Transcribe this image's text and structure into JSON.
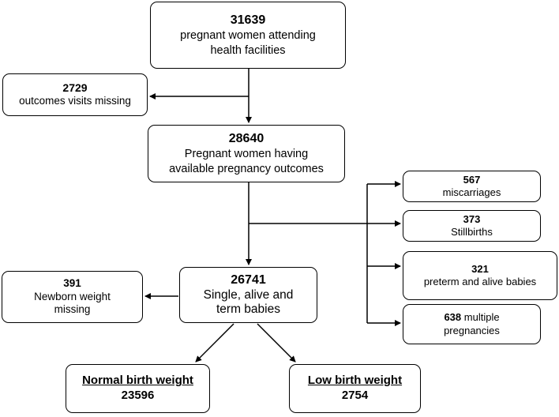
{
  "nodes": {
    "enrolled": {
      "number": "31639",
      "line1": "pregnant women attending",
      "line2": "health facilities"
    },
    "missing_outcomes": {
      "number": "2729",
      "line1": "outcomes visits missing"
    },
    "available_outcomes": {
      "number": "28640",
      "line1": "Pregnant women having",
      "line2": "available pregnancy outcomes"
    },
    "miscarriages": {
      "number": "567",
      "line1": "miscarriages"
    },
    "stillbirths": {
      "number": "373",
      "line1": "Stillbirths"
    },
    "preterm": {
      "number": "321",
      "line1": "preterm and alive babies"
    },
    "multiple": {
      "number": "638",
      "line1": "multiple",
      "line2": "pregnancies"
    },
    "single_term": {
      "number": "26741",
      "line1": "Single, alive and",
      "line2": "term babies"
    },
    "weight_missing": {
      "number": "391",
      "line1": "Newborn weight",
      "line2": "missing"
    },
    "normal_weight": {
      "label": "Normal birth weight",
      "number": "23596"
    },
    "low_weight": {
      "label": "Low birth weight",
      "number": "2754"
    }
  },
  "style": {
    "line_color": "#000000",
    "box_border": "#000000",
    "background": "#ffffff"
  }
}
